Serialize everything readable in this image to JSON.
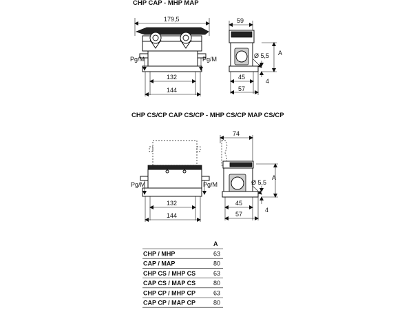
{
  "titles": {
    "top": "CHP  CAP - MHP  MAP",
    "middle": "CHP CS/CP  CAP CS/CP - MHP CS/CP  MAP CS/CP"
  },
  "top_front": {
    "width_overall": "179,5",
    "pg_left": "Pg/M",
    "pg_right": "Pg/M",
    "inner": "132",
    "outer": "144"
  },
  "top_side": {
    "width": "59",
    "hole": "Ø 5,5",
    "height": "A",
    "base": "45",
    "total": "57",
    "small": "4"
  },
  "mid_front": {
    "pg_left": "Pg/M",
    "pg_right": "Pg/M",
    "inner": "132",
    "outer": "144"
  },
  "mid_side": {
    "width": "74",
    "hole": "Ø 5,5",
    "height": "A",
    "base": "45",
    "total": "57",
    "small": "4"
  },
  "table": {
    "header": "A",
    "rows": [
      {
        "name": "CHP / MHP",
        "value": "63"
      },
      {
        "name": "CAP / MAP",
        "value": "80"
      },
      {
        "name": "CHP CS / MHP CS",
        "value": "63"
      },
      {
        "name": "CAP CS / MAP CS",
        "value": "80"
      },
      {
        "name": "CHP CP / MHP CP",
        "value": "63"
      },
      {
        "name": "CAP CP / MAP CP",
        "value": "80"
      }
    ]
  }
}
